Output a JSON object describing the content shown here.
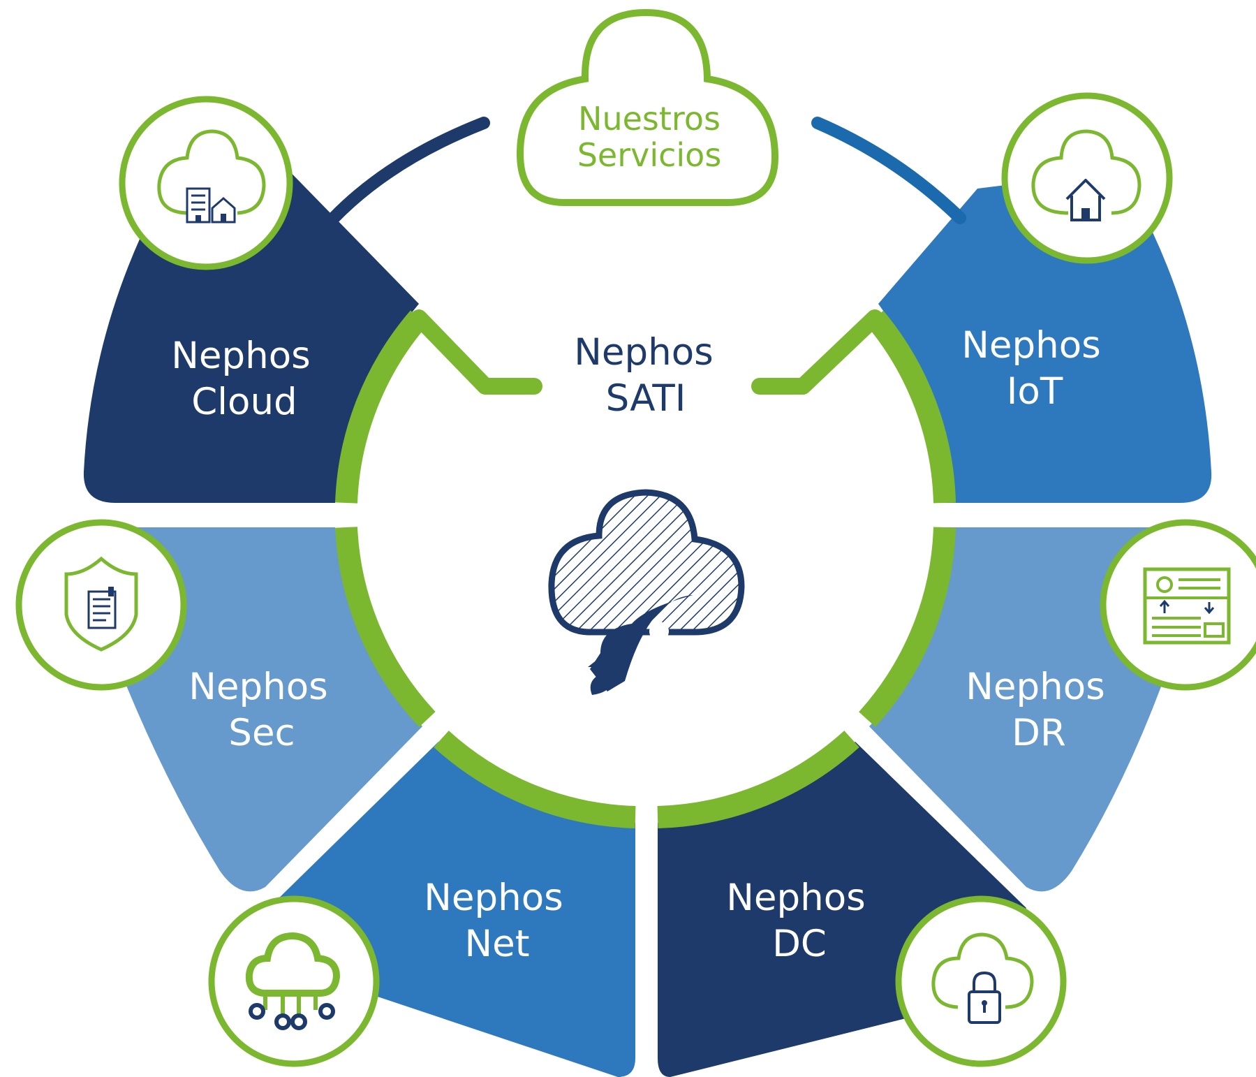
{
  "header": {
    "title_line1": "Nuestros",
    "title_line2": "Servicios"
  },
  "center": {
    "line1": "Nephos",
    "line2": "SATI",
    "icon": "cloud-rocket-icon"
  },
  "services": [
    {
      "id": "cloud",
      "line1": "Nephos",
      "line2": "Cloud",
      "icon": "cloud-buildings-icon",
      "color": "#1d3a6b"
    },
    {
      "id": "iot",
      "line1": "Nephos",
      "line2": "IoT",
      "icon": "cloud-home-icon",
      "color": "#2e79be"
    },
    {
      "id": "sec",
      "line1": "Nephos",
      "line2": "Sec",
      "icon": "shield-document-icon",
      "color": "#6699cc"
    },
    {
      "id": "dr",
      "line1": "Nephos",
      "line2": "DR",
      "icon": "dashboard-panel-icon",
      "color": "#6699cc"
    },
    {
      "id": "net",
      "line1": "Nephos",
      "line2": "Net",
      "icon": "cloud-network-icon",
      "color": "#2e79be"
    },
    {
      "id": "dc",
      "line1": "Nephos",
      "line2": "DC",
      "icon": "cloud-lock-icon",
      "color": "#1d3a6b"
    }
  ],
  "colors": {
    "green": "#7cb82f",
    "navy": "#1d3a6b",
    "blue": "#2e79be",
    "light_blue": "#6699cc"
  }
}
